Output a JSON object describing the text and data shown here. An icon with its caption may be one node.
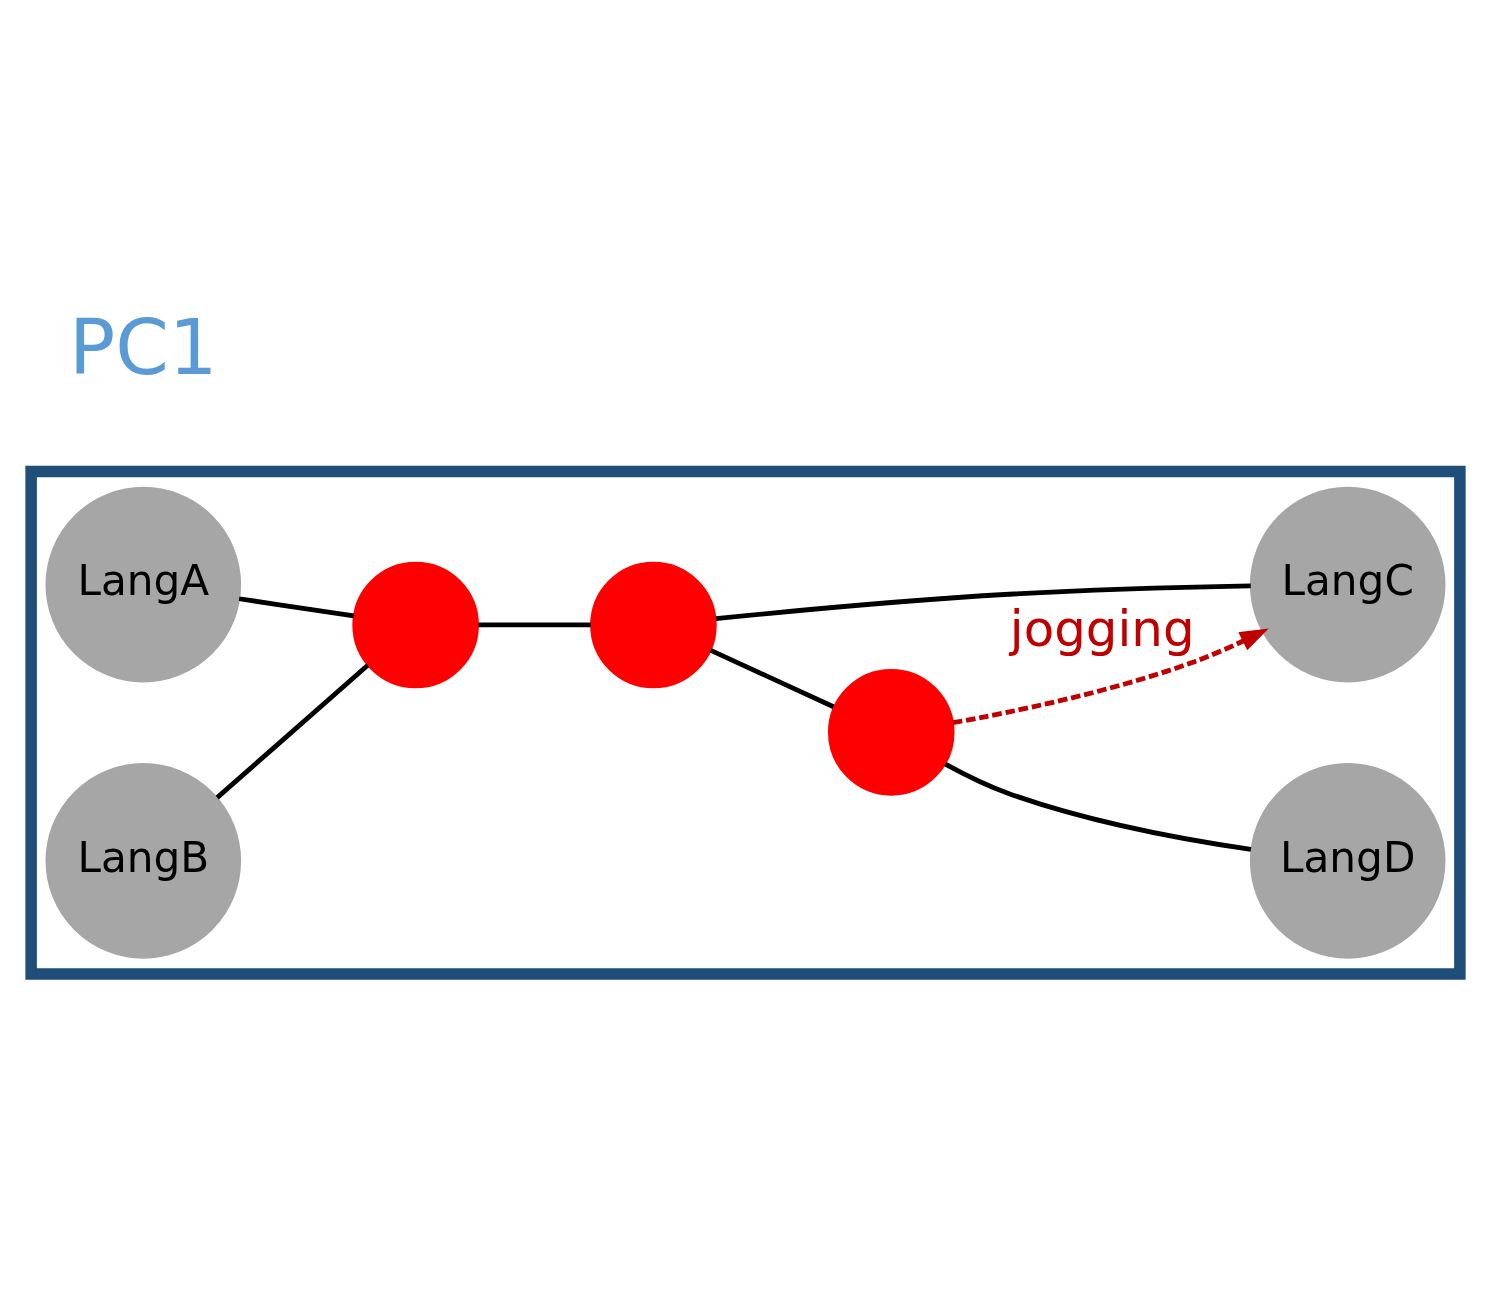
{
  "diagram": {
    "nodes": [
      {
        "text": [],
        "shape": "box"
      },
      {
        "text": [
          "LangA"
        ],
        "in": 0
      },
      {
        "text": [
          "LangB"
        ],
        "in": 0
      },
      {
        "text": [],
        "shape": "circle",
        "in": 0
      },
      {
        "text": [],
        "shape": "circle",
        "in": 0
      },
      {
        "text": [],
        "shape": "circle",
        "in": 0
      },
      {
        "text": [
          "LangD"
        ],
        "in": 0
      },
      {
        "text": [
          "LangC"
        ],
        "in": 0
      }
    ],
    "edges": [
      {
        "from": 1,
        "to": 3,
        "arrow": "none"
      },
      {
        "from": 2,
        "to": 3,
        "arrow": "none"
      },
      {
        "from": 3,
        "to": 4,
        "arrow": "none"
      },
      {
        "from": 4,
        "to": 5,
        "arrow": "none"
      },
      {
        "from": 5,
        "to": 6,
        "arrow": "none"
      },
      {
        "from": 4,
        "to": 7,
        "arrow": "none"
      },
      {
        "from": 5,
        "to": 7,
        "arrow": "to",
        "label": "jogging",
        "style": "dashed",
        "color": "#c00000"
      }
    ],
    "labels": [
      "PC1"
    ]
  }
}
